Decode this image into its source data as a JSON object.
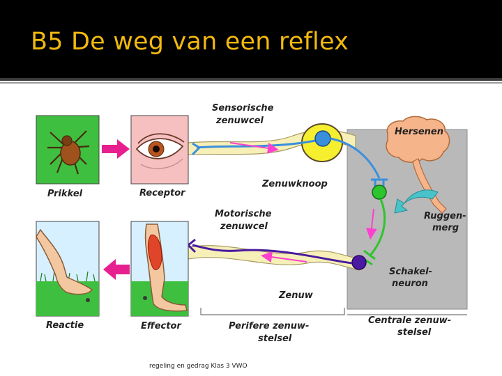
{
  "slide": {
    "title": "B5  De weg van een reflex",
    "footer": "regeling en gedrag Klas 3 VWO"
  },
  "diagram": {
    "labels": {
      "prikkel": "Prikkel",
      "receptor": "Receptor",
      "reactie": "Reactie",
      "effector": "Effector",
      "sensorische_1": "Sensorische",
      "sensorische_2": "zenuwcel",
      "zenuwknoop": "Zenuwknoop",
      "motorische_1": "Motorische",
      "motorische_2": "zenuwcel",
      "zenuw": "Zenuw",
      "hersenen": "Hersenen",
      "ruggen_1": "Ruggen-",
      "ruggen_2": "merg",
      "schakel_1": "Schakel-",
      "schakel_2": "neuron",
      "perifere_1": "Perifere zenuw-",
      "perifere_2": "stelsel",
      "centrale_1": "Centrale zenuw-",
      "centrale_2": "stelsel"
    },
    "colors": {
      "sensory_neuron": "#3a8fdc",
      "motor_neuron": "#4a1aa0",
      "interneuron": "#2ec42e",
      "signal_arrow": "#ff3fd0",
      "cns_box": "#b9b9b9",
      "nerve_band": "#f6f0b8",
      "brain": "#f5b48a",
      "panel_green": "#3fbf3f",
      "panel_pink": "#f6c0c0",
      "big_arrow_magenta": "#e8208f",
      "cns_arrow_cyan": "#49c3c9"
    }
  }
}
